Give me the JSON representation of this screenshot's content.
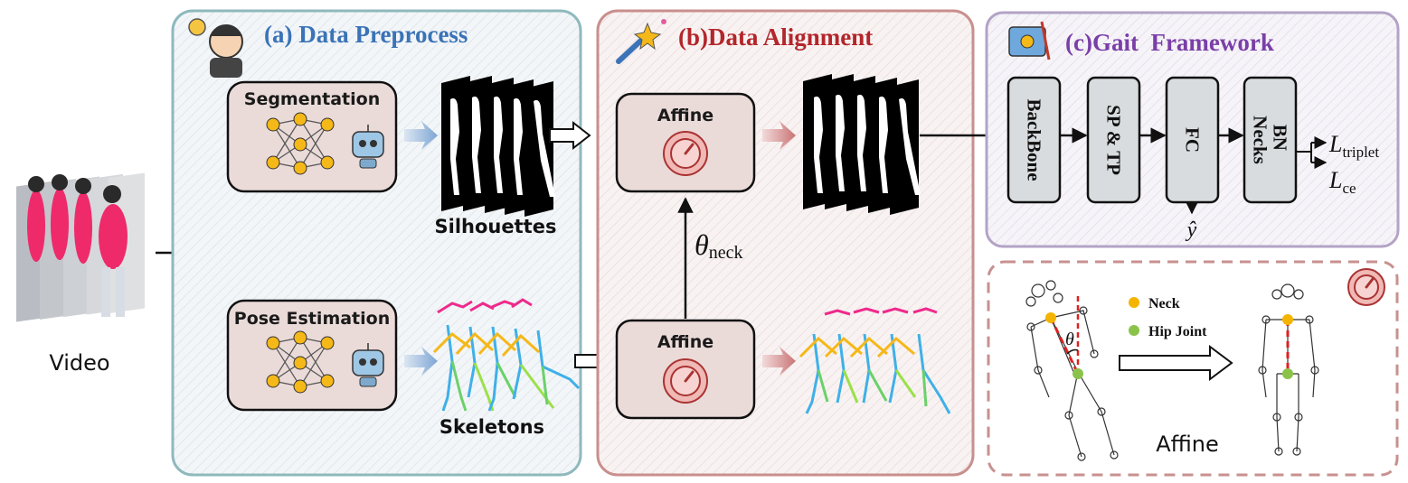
{
  "video": {
    "label": "Video"
  },
  "preprocess": {
    "title": "(a) Data Preprocess",
    "title_color": "#3a73b7",
    "segmentation_label": "Segmentation",
    "pose_label": "Pose Estimation",
    "silhouettes_label": "Silhouettes",
    "skeletons_label": "Skeletons"
  },
  "alignment": {
    "title": "(b)Data Alignment",
    "title_color": "#b3262b",
    "affine_top_label": "Affine",
    "affine_bottom_label": "Affine",
    "theta_symbol": "θ",
    "theta_subscript": "neck"
  },
  "framework": {
    "title": "(c)Gait  Framework",
    "title_color": "#7a3fa8",
    "blocks": [
      "BackBone",
      "SP & TP",
      "FC"
    ],
    "bn_lines": [
      "BN",
      "Necks"
    ],
    "fc_output": "ŷ",
    "loss1_symbol": "L",
    "loss1_sub": "triplet",
    "loss2_symbol": "L",
    "loss2_sub": "ce"
  },
  "affine_detail": {
    "legend_neck": "Neck",
    "legend_hip": "Hip Joint",
    "angle_symbol": "θ",
    "caption": "Affine",
    "neck_color": "#f4b400",
    "hip_color": "#8bc34a"
  }
}
